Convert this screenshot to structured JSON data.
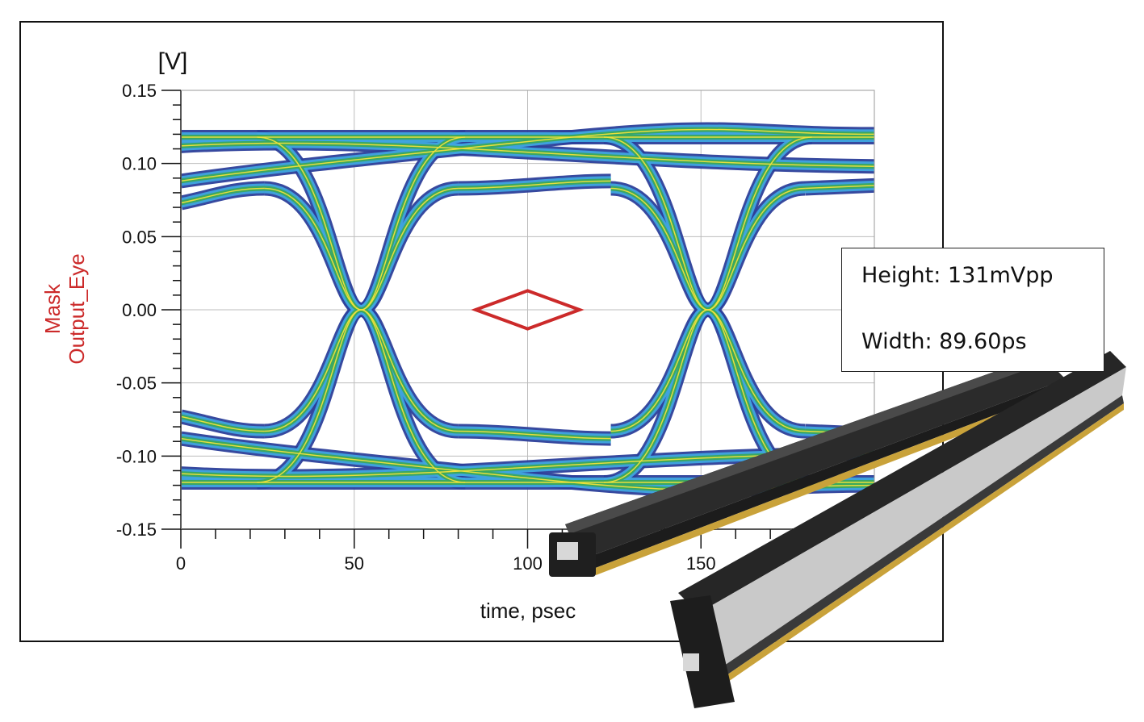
{
  "chart_data": {
    "type": "scatter",
    "title": "",
    "unit_label": "[V]",
    "xlabel": "time, psec",
    "ylabel_lines": [
      "Mask",
      "Output_Eye"
    ],
    "ylabel_color": "#cc2a2a",
    "xlim": [
      0,
      200
    ],
    "ylim": [
      -0.15,
      0.15
    ],
    "xticks": [
      0,
      50,
      100,
      150
    ],
    "xtick_labels": [
      "0",
      "50",
      "100",
      "150"
    ],
    "yticks": [
      0.15,
      0.1,
      0.05,
      0.0,
      -0.05,
      -0.1,
      -0.15
    ],
    "ytick_labels": [
      "0.15",
      "0.10",
      "0.05",
      "0.00",
      "-0.05",
      "-0.10",
      "-0.15"
    ],
    "grid": true,
    "eye_crossings_x": [
      52,
      152
    ],
    "rail_levels": [
      0.118,
      0.083,
      -0.083,
      -0.118
    ],
    "mask": {
      "name": "Mask",
      "color": "#cc2a2a",
      "points": [
        [
          85,
          0.0
        ],
        [
          100,
          0.013
        ],
        [
          115,
          0.0
        ],
        [
          100,
          -0.013
        ]
      ]
    },
    "eye_colors": {
      "outer": "#2c3f9a",
      "mid": "#3fa7df",
      "inner": "#3aa85c",
      "core": "#f0e23a"
    }
  },
  "measurements": {
    "height": "Height: 131mVpp",
    "width": "Width: 89.60ps"
  },
  "connector_image": {
    "description_icon": "connector-photo",
    "body_color": "#2a2a2a",
    "shell_color": "#c9c9c9",
    "pin_color": "#c9a23a"
  }
}
